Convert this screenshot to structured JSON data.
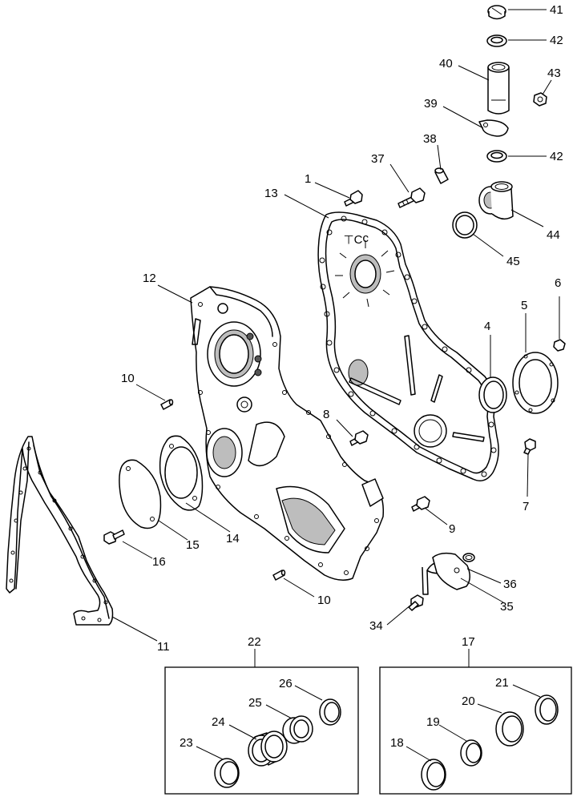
{
  "callouts": {
    "c1": "1",
    "c4": "4",
    "c5": "5",
    "c6": "6",
    "c7": "7",
    "c8": "8",
    "c9": "9",
    "c10a": "10",
    "c10b": "10",
    "c11": "11",
    "c12": "12",
    "c13": "13",
    "c14": "14",
    "c15": "15",
    "c16": "16",
    "c17": "17",
    "c18": "18",
    "c19": "19",
    "c20": "20",
    "c21": "21",
    "c22": "22",
    "c23": "23",
    "c24": "24",
    "c25": "25",
    "c26": "26",
    "c34": "34",
    "c35": "35",
    "c36": "36",
    "c37": "37",
    "c38": "38",
    "c39": "39",
    "c40": "40",
    "c41": "41",
    "c42a": "42",
    "c42b": "42",
    "c43": "43",
    "c44": "44",
    "c45": "45"
  }
}
